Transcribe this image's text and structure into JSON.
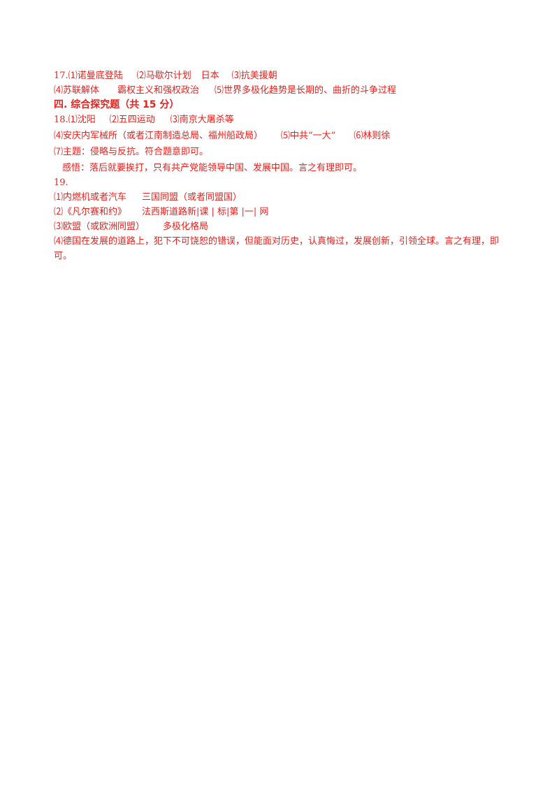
{
  "q17": {
    "line1": {
      "num": "17.",
      "a": "⑴诺曼底登陆",
      "b": "⑵马歇尔计划",
      "c": "日本",
      "d": "⑶抗美援朝"
    },
    "line2": {
      "a": "⑷苏联解体",
      "b": "霸权主义和强权政治",
      "c": "⑸世界多极化趋势是长期的、曲折的斗争过程"
    }
  },
  "section4": {
    "heading": "四. 综合探究题（共 15 分）"
  },
  "q18": {
    "line1": {
      "num": "18.",
      "a": "⑴沈阳",
      "b": "⑵五四运动",
      "c": "⑶南京大屠杀等"
    },
    "line2": {
      "a": "⑷安庆内军械所（或者江南制造总局、福州船政局）",
      "b": "⑸中共“一大”",
      "c": "⑹林则徐"
    },
    "line3": "⑺主题：侵略与反抗。符合题意即可。",
    "line4": "感悟：落后就要挨打，只有共产党能领导中国、发展中国。言之有理即可。"
  },
  "q19": {
    "num": "19.",
    "line1": {
      "a": "⑴内燃机或者汽车",
      "b": "三国同盟（或者同盟国）"
    },
    "line2": {
      "a": "⑵《凡尔赛和约》",
      "b": "法西斯道路新|课 | 标|第 |一| 网"
    },
    "line3": {
      "a": "⑶欧盟（或欧洲同盟）",
      "b": "多极化格局"
    },
    "line4": "⑷德国在发展的道路上，犯下不可饶恕的错误，但能面对历史，认真悔过，发展创新，引领全球。言之有理，即可。"
  }
}
